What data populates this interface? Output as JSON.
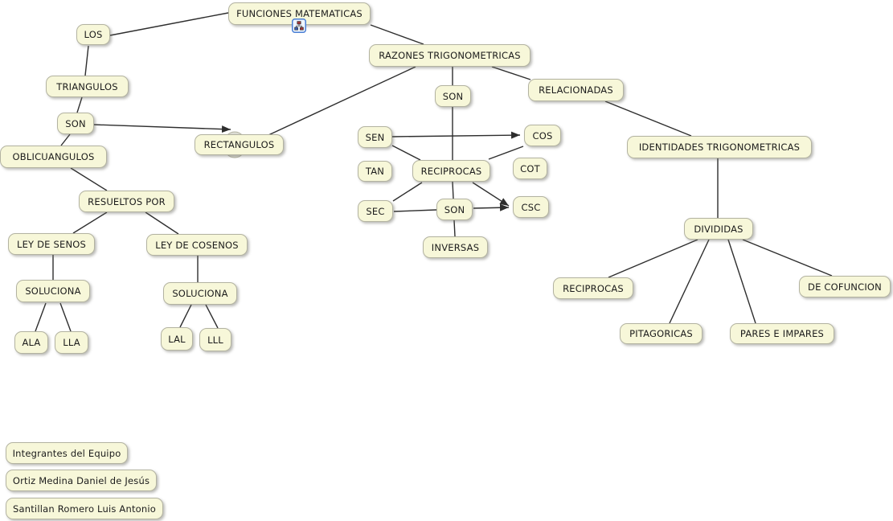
{
  "nodes": {
    "funciones_matematicas": "FUNCIONES MATEMATICAS",
    "los": "LOS",
    "triangulos": "TRIANGULOS",
    "son_1": "SON",
    "oblicuangulos": "OBLICUANGULOS",
    "rectangulos": "RECTANGULOS",
    "razones_trigonometricas": "RAZONES TRIGONOMETRICAS",
    "son_2": "SON",
    "relacionadas": "RELACIONADAS",
    "sen": "SEN",
    "tan": "TAN",
    "sec": "SEC",
    "reciprocas_1": "RECIPROCAS",
    "cos": "COS",
    "cot": "COT",
    "csc": "CSC",
    "son_3": "SON",
    "inversas": "INVERSAS",
    "identidades_trigonometricas": "IDENTIDADES TRIGONOMETRICAS",
    "divididas": "DIVIDIDAS",
    "reciprocas_2": "RECIPROCAS",
    "pitagoricas": "PITAGORICAS",
    "pares_e_impares": "PARES E IMPARES",
    "de_cofuncion": "DE COFUNCION",
    "resueltos_por": "RESUELTOS POR",
    "ley_de_senos": "LEY DE SENOS",
    "ley_de_cosenos": "LEY DE COSENOS",
    "soluciona_1": "SOLUCIONA",
    "soluciona_2": "SOLUCIONA",
    "ala": "ALA",
    "lla": "LLA",
    "lal": "LAL",
    "lll": "LLL",
    "integrantes_del_equipo": "Integrantes del Equipo",
    "ortiz_medina": "Ortiz Medina Daniel de Jesús",
    "santillan_romero": "Santillan Romero Luis Antonio"
  },
  "edges": [
    {
      "from": "los",
      "to": "funciones_matematicas",
      "arrow": false
    },
    {
      "from": "los",
      "to": "triangulos",
      "arrow": false
    },
    {
      "from": "triangulos",
      "to": "son_1",
      "arrow": false
    },
    {
      "from": "son_1",
      "to": "oblicuangulos",
      "arrow": false
    },
    {
      "from": "son_1",
      "to": "rectangulos",
      "arrow": true
    },
    {
      "from": "rectangulos",
      "to": "razones_trigonometricas",
      "arrow": false
    },
    {
      "from": "funciones_matematicas",
      "to": "razones_trigonometricas",
      "arrow": false
    },
    {
      "from": "razones_trigonometricas",
      "to": "son_2",
      "arrow": false
    },
    {
      "from": "razones_trigonometricas",
      "to": "relacionadas",
      "arrow": false
    },
    {
      "from": "son_2",
      "to": "reciprocas_1",
      "arrow": false
    },
    {
      "from": "reciprocas_1",
      "to": "son_3",
      "arrow": false
    },
    {
      "from": "son_3",
      "to": "inversas",
      "arrow": false
    },
    {
      "from": "sen",
      "to": "cos",
      "arrow": true
    },
    {
      "from": "sen",
      "to": "reciprocas_1",
      "arrow": false
    },
    {
      "from": "reciprocas_1",
      "to": "cos",
      "arrow": false
    },
    {
      "from": "reciprocas_1",
      "to": "sec",
      "arrow": false
    },
    {
      "from": "reciprocas_1",
      "to": "csc",
      "arrow": true
    },
    {
      "from": "sec",
      "to": "son_3",
      "arrow": false
    },
    {
      "from": "son_3",
      "to": "csc",
      "arrow": true
    },
    {
      "from": "relacionadas",
      "to": "identidades_trigonometricas",
      "arrow": false
    },
    {
      "from": "identidades_trigonometricas",
      "to": "divididas",
      "arrow": false
    },
    {
      "from": "divididas",
      "to": "reciprocas_2",
      "arrow": false
    },
    {
      "from": "divididas",
      "to": "pitagoricas",
      "arrow": false
    },
    {
      "from": "divididas",
      "to": "pares_e_impares",
      "arrow": false
    },
    {
      "from": "divididas",
      "to": "de_cofuncion",
      "arrow": false
    },
    {
      "from": "oblicuangulos",
      "to": "resueltos_por",
      "arrow": false
    },
    {
      "from": "resueltos_por",
      "to": "ley_de_senos",
      "arrow": false
    },
    {
      "from": "resueltos_por",
      "to": "ley_de_cosenos",
      "arrow": false
    },
    {
      "from": "ley_de_senos",
      "to": "soluciona_1",
      "arrow": false
    },
    {
      "from": "soluciona_1",
      "to": "ala",
      "arrow": false
    },
    {
      "from": "soluciona_1",
      "to": "lla",
      "arrow": false
    },
    {
      "from": "ley_de_cosenos",
      "to": "soluciona_2",
      "arrow": false
    },
    {
      "from": "soluciona_2",
      "to": "lal",
      "arrow": false
    },
    {
      "from": "soluciona_2",
      "to": "lll",
      "arrow": false
    }
  ],
  "icons": {
    "funciones_matematicas_resource": "org-chart-icon"
  },
  "colors": {
    "background": "#ffffff",
    "node_fill": "#f7f7d9",
    "node_border": "#b3b3a1",
    "line": "#2e2e2e",
    "ellipse_fill": "#deded6",
    "icon_border": "#4a7fd4"
  }
}
